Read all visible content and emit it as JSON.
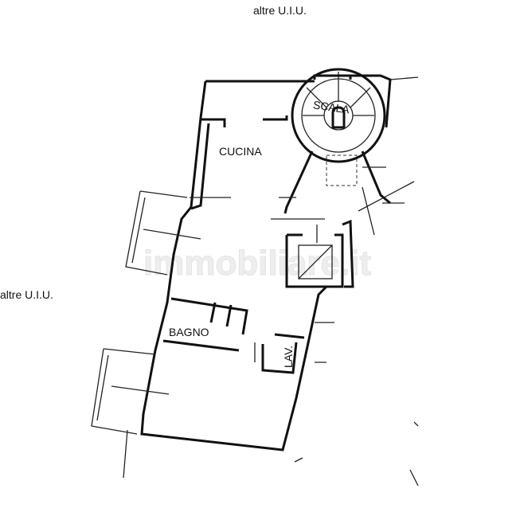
{
  "labels": {
    "other_units_top": "altre U.I.U.",
    "other_units_left": "altre U.I.U.",
    "kitchen": "CUCINA",
    "stairs": "SCALA",
    "bathroom": "BAGNO",
    "laundry": "LAV."
  },
  "watermark": "immobiliare.it",
  "colors": {
    "line": "#111111",
    "background": "#ffffff"
  }
}
